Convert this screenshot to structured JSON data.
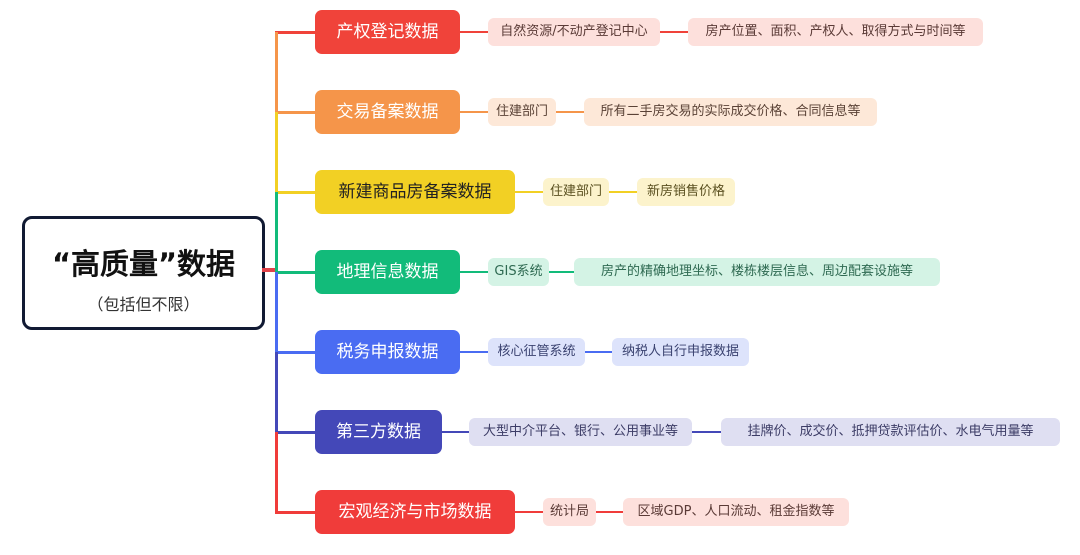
{
  "root": {
    "title": "“高质量”数据",
    "subtitle": "（包括但不限）"
  },
  "branches": [
    {
      "label": "产权登记数据",
      "source": "自然资源/不动产登记中心",
      "detail": "房产位置、面积、产权人、取得方式与时间等",
      "color": "#f0433a",
      "light": "#fde0dc"
    },
    {
      "label": "交易备案数据",
      "source": "住建部门",
      "detail": "所有二手房交易的实际成交价格、合同信息等",
      "color": "#f5954a",
      "light": "#fde8d8"
    },
    {
      "label": "新建商品房备案数据",
      "source": "住建部门",
      "detail": "新房销售价格",
      "color": "#f2d024",
      "light": "#fcf3cc"
    },
    {
      "label": "地理信息数据",
      "source": "GIS系统",
      "detail": "房产的精确地理坐标、楼栋楼层信息、周边配套设施等",
      "color": "#12bb7a",
      "light": "#d4f3e5"
    },
    {
      "label": "税务申报数据",
      "source": "核心征管系统",
      "detail": "纳税人自行申报数据",
      "color": "#4a6cf2",
      "light": "#dde3fb"
    },
    {
      "label": "第三方数据",
      "source": "大型中介平台、银行、公用事业等",
      "detail": "挂牌价、成交价、抵押贷款评估价、水电气用量等",
      "color": "#4448b8",
      "light": "#dfdff2"
    },
    {
      "label": "宏观经济与市场数据",
      "source": "统计局",
      "detail": "区域GDP、人口流动、租金指数等",
      "color": "#f03c3a",
      "light": "#fde0dc"
    }
  ]
}
